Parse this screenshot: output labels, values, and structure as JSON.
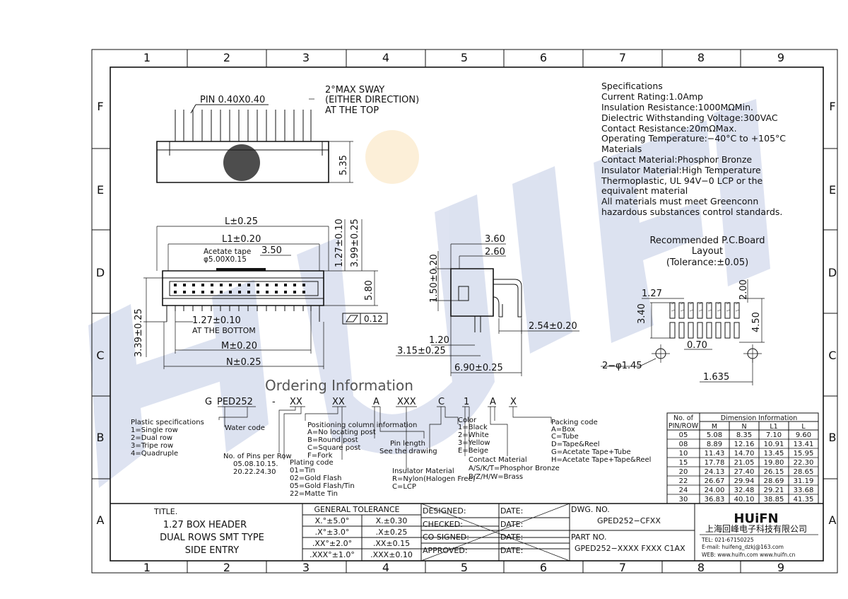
{
  "colors": {
    "watermark": "#2f4fa8",
    "watermark_accent": "#f2b44e",
    "line": "#111111"
  },
  "border": {
    "columns": [
      "1",
      "2",
      "3",
      "4",
      "5",
      "6",
      "7",
      "8",
      "9"
    ],
    "rows": [
      "F",
      "E",
      "D",
      "C",
      "B",
      "A"
    ]
  },
  "watermark": {
    "logo_text": "HUIFN"
  },
  "specifications": {
    "lines": [
      "Specifications",
      "Current Rating:1.0Amp",
      "Insulation Resistance:1000MΩMin.",
      "Dielectric Withstanding Voltage:300VAC",
      "Contact Resistance:20mΩMax.",
      "Operating Temperature:−40°C  to  +105°C",
      "Materials",
      "Contact Material:Phosphor Bronze",
      "Insulator Material:High Temperature",
      "Thermoplastic, UL 94V−0 LCP or the",
      "equivalent material",
      "All materials must meet Greenconn",
      "hazardous substances control standards."
    ]
  },
  "top_view": {
    "pin_label": "PIN 0.40X0.40",
    "sway_lines": [
      "2°MAX SWAY",
      "(EITHER DIRECTION)",
      "AT THE TOP"
    ],
    "height_dim": "5.35"
  },
  "front_view": {
    "L": "L±0.25",
    "L1": "L1±0.20",
    "tape_label": "Acetate tape",
    "tape_size": "φ5.00X0.15",
    "tape_dim": "3.50",
    "pitch_v": "1.27±0.10",
    "height_v": "3.99±0.25",
    "depth": "5.80",
    "flatness": "0.12",
    "side_height": "3.39±0.25",
    "pitch_bottom": "1.27±0.10",
    "at_bottom": "AT THE BOTTOM",
    "M": "M±0.20",
    "N": "N±0.25"
  },
  "side_view": {
    "d360": "3.60",
    "d260": "2.60",
    "d150": "1.50±0.20",
    "d120": "1.20",
    "d254": "2.54±0.20",
    "d315": "3.15±0.25",
    "d690": "6.90±0.25"
  },
  "pcb_layout": {
    "title_lines": [
      "Recommended  P.C.Board",
      "Layout",
      "(Tolerance:±0.05)"
    ],
    "d127": "1.27",
    "d200": "2.00",
    "d340": "3.40",
    "d450": "4.50",
    "d070": "0.70",
    "holes": "2−φ1.45",
    "d1635": "1.635"
  },
  "ordering": {
    "title": "Ordering  Information",
    "code": [
      "G",
      "PED252",
      "-",
      "XX",
      "XX",
      "A",
      "XXX",
      "C",
      "1",
      "A",
      "X"
    ],
    "plastic_spec": [
      "Plastic specifications",
      "1=Single row",
      "2=Dual row",
      "3=Tripe row",
      "4=Quadruple"
    ],
    "water_code": "Water code",
    "pins_per_row": [
      "No. of Pins per Row",
      "05.08.10.15.",
      "20.22.24.30"
    ],
    "positioning": [
      "Positioning column information",
      "A=No  locating post",
      "B=Round  post",
      "C=Square post",
      "F=Fork"
    ],
    "plating": [
      "Plating code",
      "01=Tin",
      "02=Gold Flash",
      "05=Gold Flash/Tin",
      "22=Matte Tin"
    ],
    "pin_length": [
      "Pin length",
      "See the drawing"
    ],
    "insulator": [
      "Insulator Material",
      "R=Nylon(Halogen Free)",
      "C=LCP"
    ],
    "color": [
      "Color",
      "1=Black",
      "2=White",
      "3=Yellow",
      "E=Beige"
    ],
    "contact": [
      "Contact Material",
      "A/S/K/T=Phosphor Bronze",
      "B/Z/H/W=Brass"
    ],
    "packing": [
      "Packing code",
      "A=Box",
      "C=Tube",
      "D=Tape&Reel",
      "G=Acetate  Tape+Tube",
      "H=Acetate  Tape+Tape&Reel"
    ]
  },
  "dimension_table": {
    "corner_top": "No. of",
    "corner_bottom": "PIN/ROW",
    "group_header": "Dimension  Information",
    "columns": [
      "M",
      "N",
      "L1",
      "L"
    ],
    "rows": [
      [
        "05",
        "5.08",
        "8.35",
        "7.10",
        "9.60"
      ],
      [
        "08",
        "8.89",
        "12.16",
        "10.91",
        "13.41"
      ],
      [
        "10",
        "11.43",
        "14.70",
        "13.45",
        "15.95"
      ],
      [
        "15",
        "17.78",
        "21.05",
        "19.80",
        "22.30"
      ],
      [
        "20",
        "24.13",
        "27.40",
        "26.15",
        "28.65"
      ],
      [
        "22",
        "26.67",
        "29.94",
        "28.69",
        "31.19"
      ],
      [
        "24",
        "24.00",
        "32.48",
        "29.21",
        "33.68"
      ],
      [
        "30",
        "36.83",
        "40.10",
        "38.85",
        "41.35"
      ]
    ]
  },
  "title_block": {
    "title_label": "TITLE.",
    "title_lines": [
      "1.27 BOX HEADER",
      "DUAL ROWS SMT TYPE",
      "SIDE ENTRY"
    ],
    "tolerance_header": "GENERAL  TOLERANCE",
    "tolerances": [
      [
        "X.°±5.0°",
        "X.±0.30"
      ],
      [
        ".X°±3.0°",
        ".X±0.25"
      ],
      [
        ".XX°±2.0°",
        ".XX±0.15"
      ],
      [
        ".XXX°±1.0°",
        ".XXX±0.10"
      ]
    ],
    "signoff": [
      "DESIGNED:",
      "CHECKED:",
      "CO SIGNED:",
      "APPROVED:"
    ],
    "date_label": "DATE:",
    "dwg_label": "DWG.  NO.",
    "dwg_no": "GPED252−CFXX",
    "part_label": "PART NO.",
    "part_no": "GPED252−XXXX  FXXX  C1AX",
    "company_logo": "HUiFN",
    "company_name": "上海回峰电子科技有限公司",
    "tel": "TEL: 021-67150225",
    "email": "E-mail: huifeng_dzkj@163.com",
    "web": "WEB: www.huifn.com   www.huifn.cn"
  }
}
